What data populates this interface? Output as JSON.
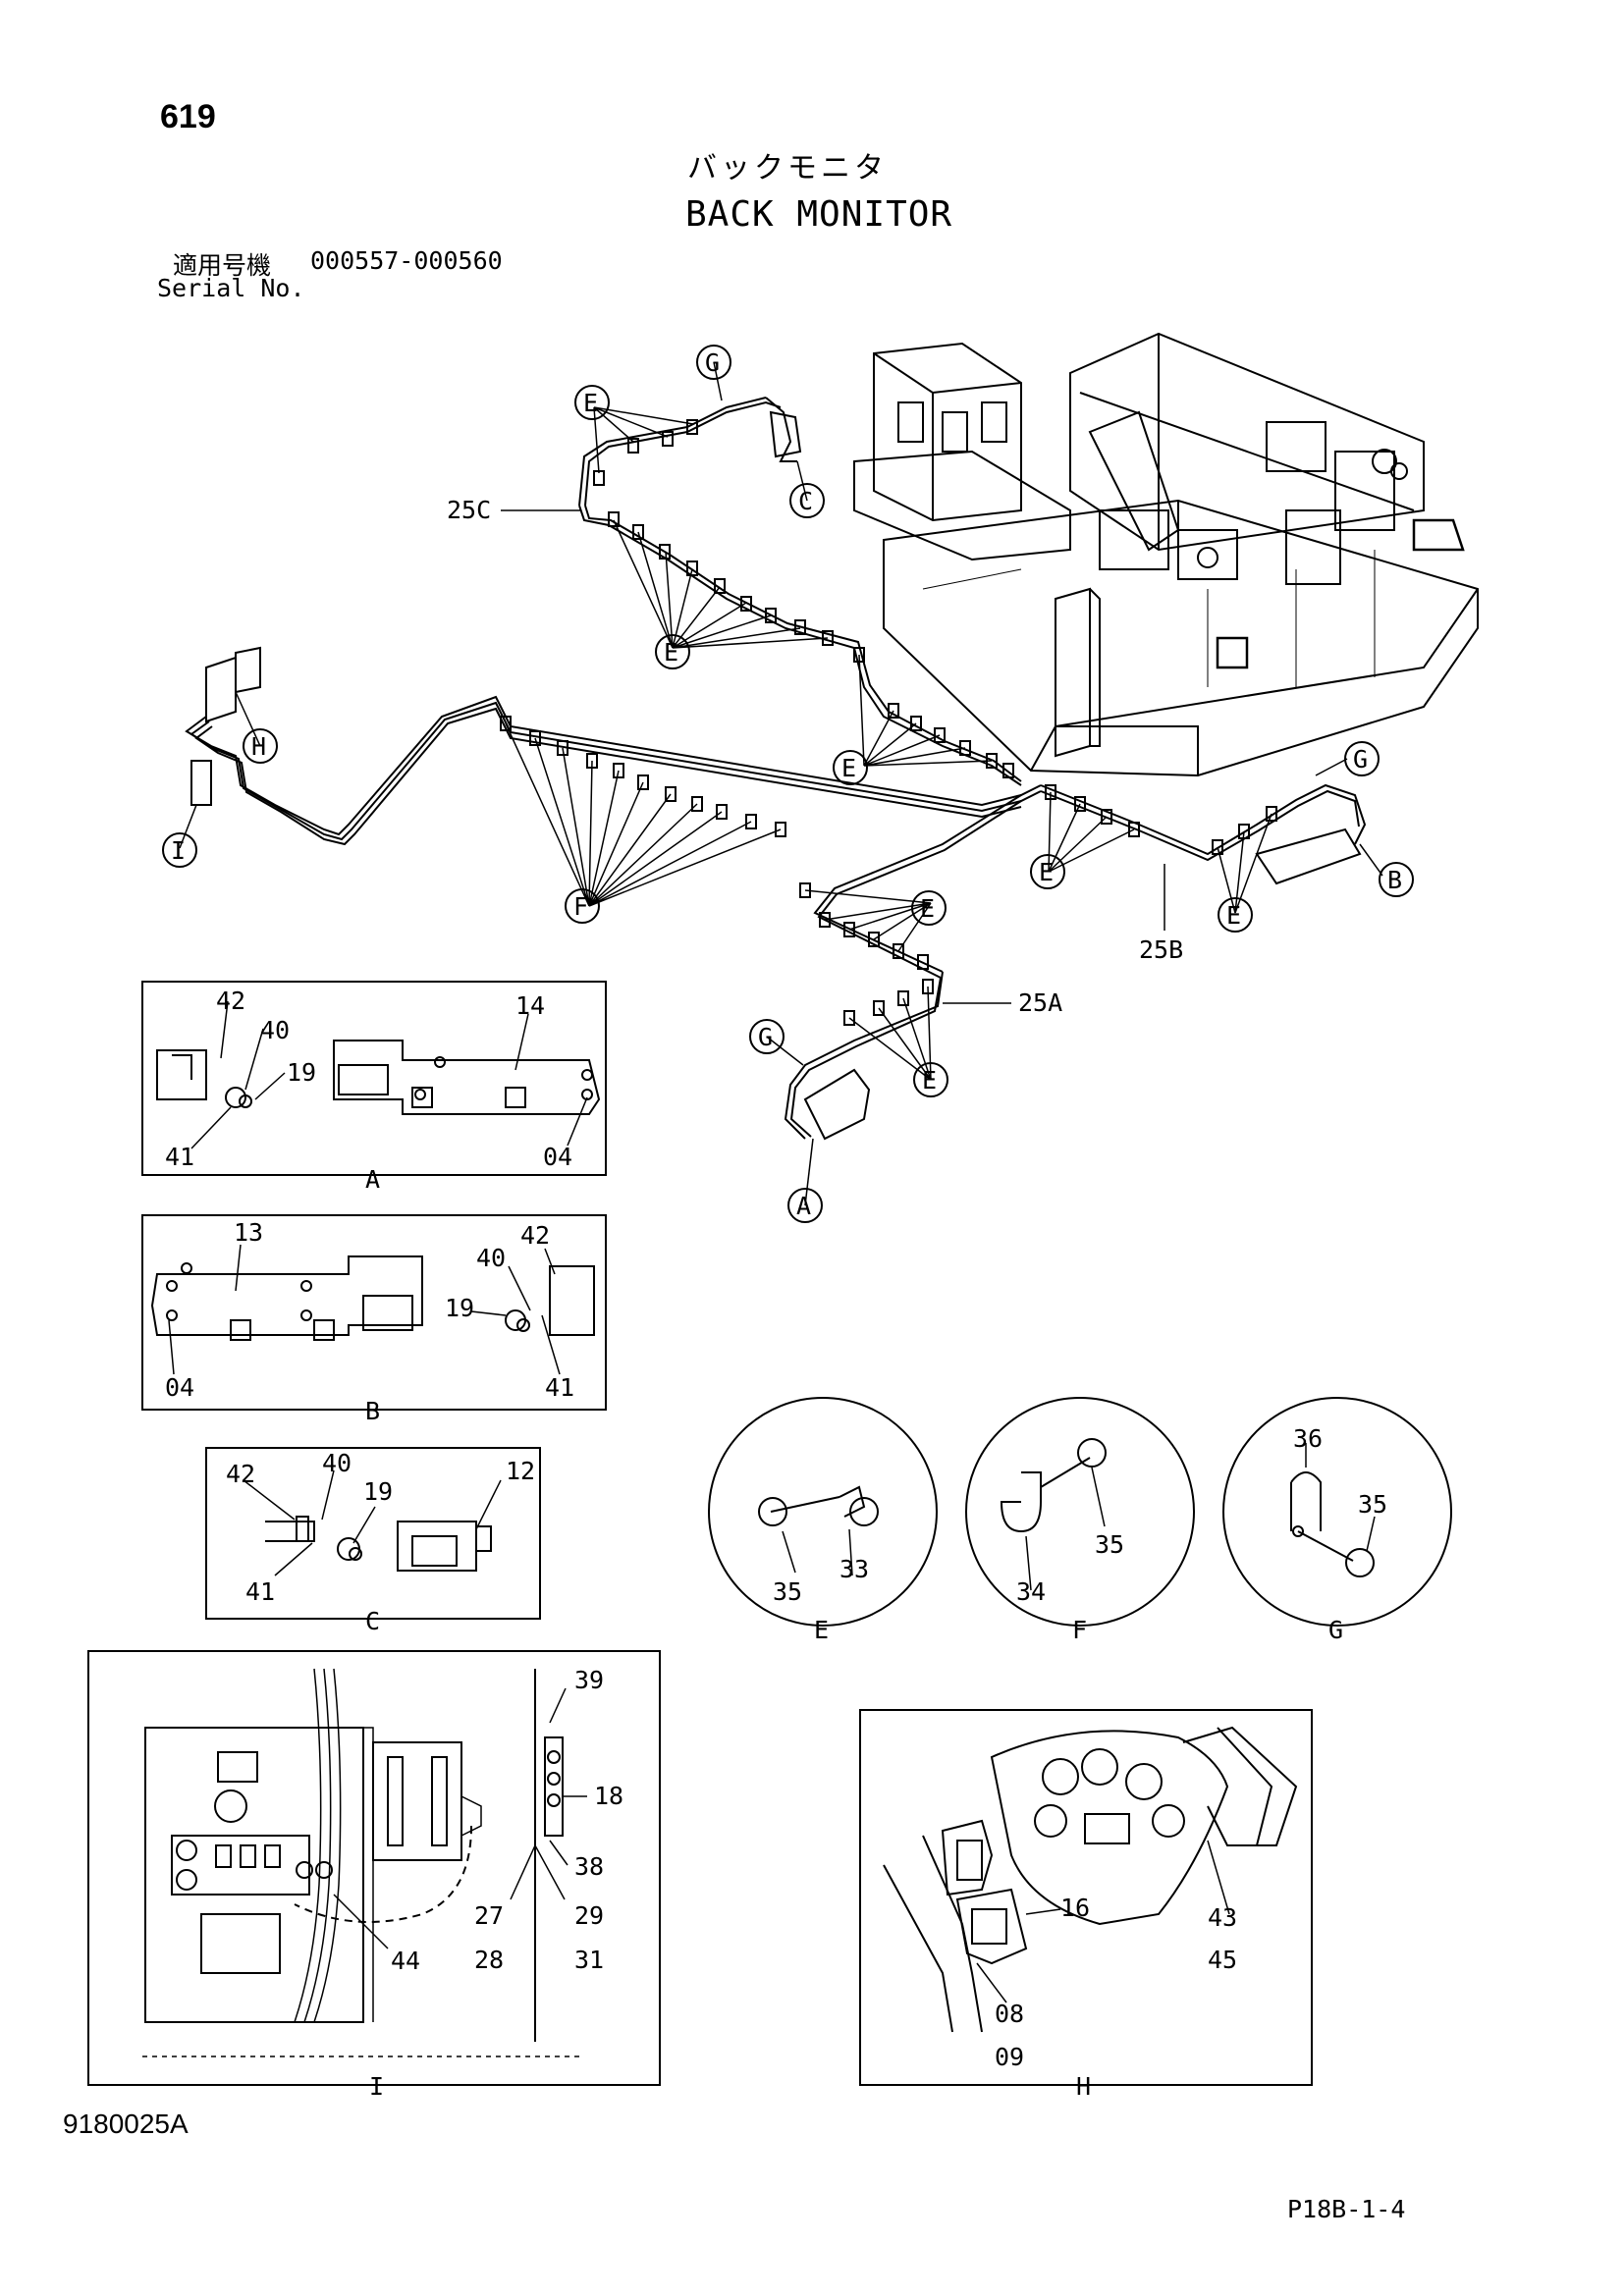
{
  "header": {
    "page_number": "619",
    "title_jp": "バックモニタ",
    "title_en": "BACK MONITOR",
    "serial_jp": "適用号機",
    "serial_range": "000557-000560",
    "serial_en": "Serial No."
  },
  "footer": {
    "doc_code": "9180025A",
    "sheet_code": "P18B-1-4"
  },
  "main_view": {
    "harness_labels": {
      "c": "25C",
      "b": "25B",
      "a": "25A"
    },
    "callout_letters": {
      "e": "E",
      "f": "F",
      "g": "G",
      "h": "H",
      "i": "I",
      "a": "A",
      "b": "B",
      "c": "C"
    }
  },
  "detail_a": {
    "caption": "A",
    "parts": [
      "42",
      "40",
      "19",
      "14",
      "41",
      "04"
    ]
  },
  "detail_b": {
    "caption": "B",
    "parts": [
      "13",
      "42",
      "40",
      "19",
      "04",
      "41"
    ]
  },
  "detail_c": {
    "caption": "C",
    "parts": [
      "42",
      "40",
      "19",
      "12",
      "41"
    ]
  },
  "detail_e": {
    "caption": "E",
    "parts": [
      "35",
      "33"
    ]
  },
  "detail_f": {
    "caption": "F",
    "parts": [
      "35",
      "34"
    ]
  },
  "detail_g": {
    "caption": "G",
    "parts": [
      "36",
      "35"
    ]
  },
  "detail_i": {
    "caption": "I",
    "parts": [
      "39",
      "18",
      "38",
      "27",
      "28",
      "29",
      "31",
      "44"
    ]
  },
  "detail_h": {
    "caption": "H",
    "parts": [
      "16",
      "43",
      "45",
      "08",
      "09"
    ]
  }
}
